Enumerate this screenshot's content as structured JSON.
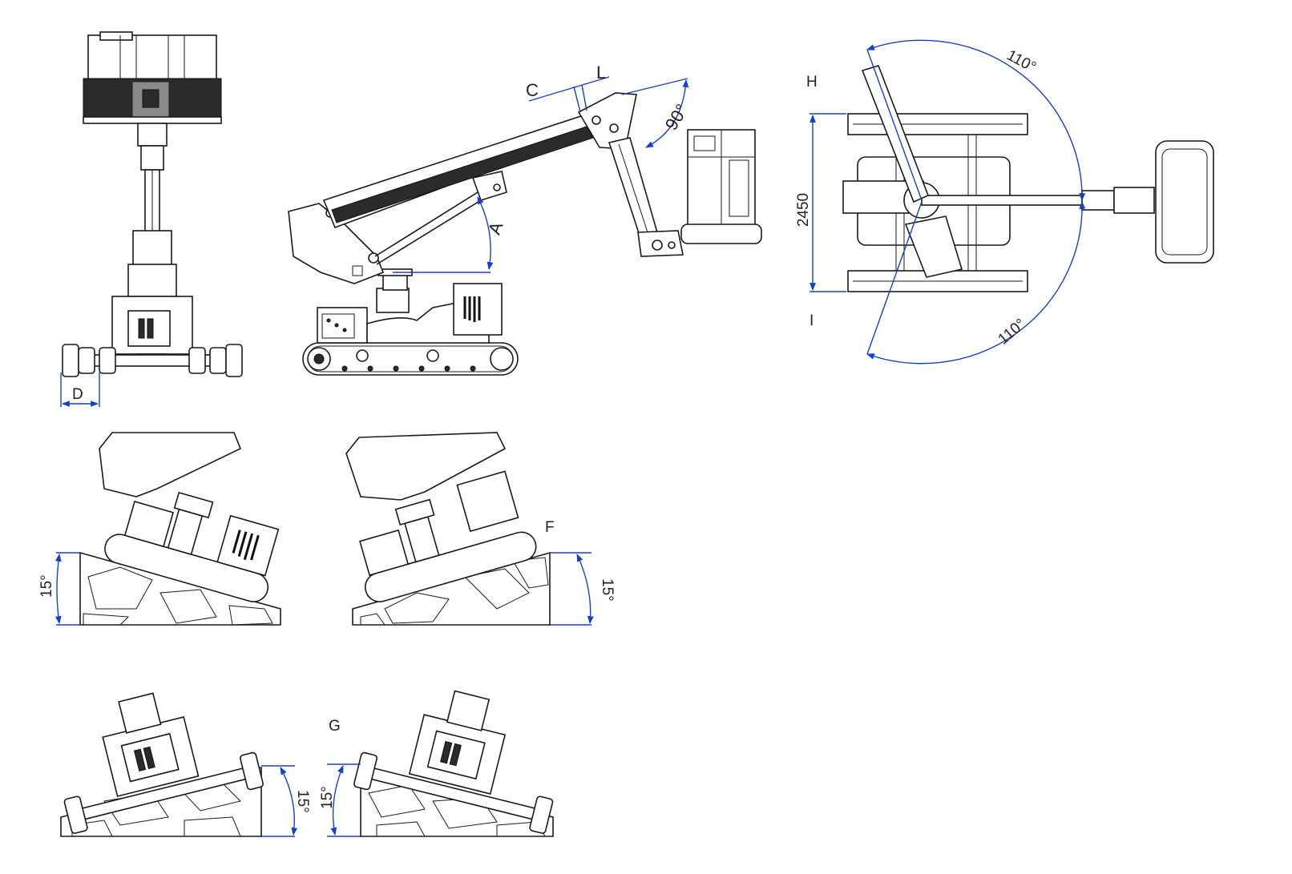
{
  "labels": {
    "c": "C",
    "l": "L",
    "a": "A",
    "d": "D",
    "f": "F",
    "g": "G",
    "h": "H",
    "i": "I",
    "angle_90": "90°",
    "angle_110_top": "110°",
    "angle_110_bottom": "110°",
    "width_2450": "2450",
    "slope_1": "15°",
    "slope_2": "15°",
    "slope_3": "15°",
    "slope_4": "15°"
  },
  "colors": {
    "dimension_lines": "#1740c8",
    "drawing_lines": "#1a1a1a"
  }
}
